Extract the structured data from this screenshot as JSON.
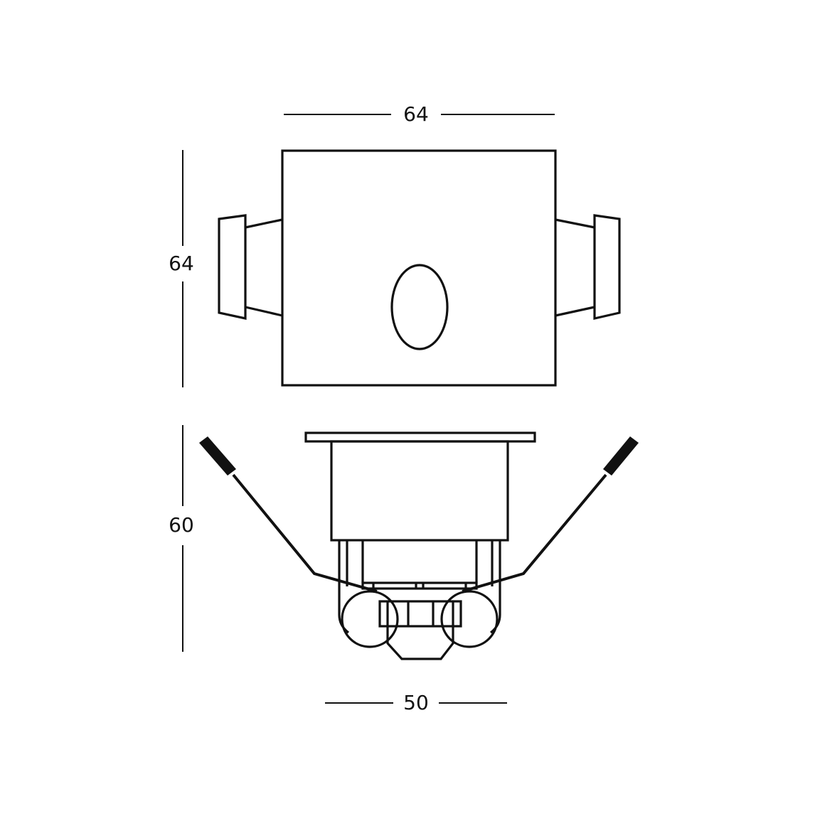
{
  "drawing": {
    "type": "technical-dimension-drawing",
    "subject": "recessed wall/step light with spring clips and wire leads",
    "units": "mm",
    "line_color": "#111111",
    "background": "#ffffff"
  },
  "front_view": {
    "width_label": "64",
    "height_label": "64",
    "features": [
      "square faceplate",
      "oval lens",
      "left spring clip",
      "right spring clip"
    ]
  },
  "side_view": {
    "height_label": "60",
    "width_label": "50",
    "features": [
      "faceplate flange",
      "housing body",
      "spring clip legs",
      "two coiled springs",
      "terminal block",
      "two wire leads with sleeves"
    ]
  }
}
